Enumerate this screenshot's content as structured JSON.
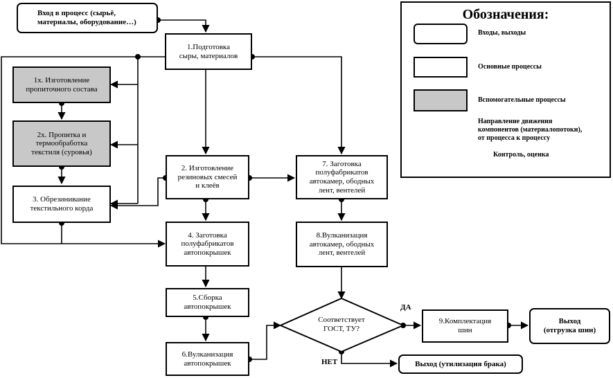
{
  "legend": {
    "title": "Обозначения:",
    "inputs_outputs": "Входы, выходы",
    "main_processes": "Основные процессы",
    "aux_processes": "Вспомогательные процессы",
    "flow_direction": "Направление движения\nкомпонентов (материалопотоки),\nот процесса к процессу",
    "control": "Контроль, оценка"
  },
  "nodes": {
    "input": "Вход в процесс (сырьё,\nматериалы, оборудование…)",
    "p1": "1.Подготовка\nсыры, материалов",
    "p1x": "1х. Изготовление\nпропиточного состава",
    "p2x": "2х. Пропитка и\nтермообработка\nтекстиля (суровья)",
    "p3": "3. Обрезинивание\nтекстильного корда",
    "p2": "2. Изготовление\nрезиновых смесей\nи клеёв",
    "p7": "7. Заготовка\nполуфабрикатов\nавтокамер, ободных\nлент, вентелей",
    "p4": "4. Заготовка\nполуфабрикатов\nавтопокрышек",
    "p8": "8.Вулканизация\nавтокамер, ободных\nлент, вентелей",
    "p5": "5.Сборка\nавтопокрышек",
    "p6": "6.Вулканизация\nавтопокрышек",
    "decision": "Соответствует\nГОСТ, ТУ?",
    "yes": "ДА",
    "no": "НЕТ",
    "p9": "9.Комплектация\nшин",
    "output_ship": "Выход\n(отгрузка шин)",
    "output_reject": "Выход (утилизация брака)"
  }
}
